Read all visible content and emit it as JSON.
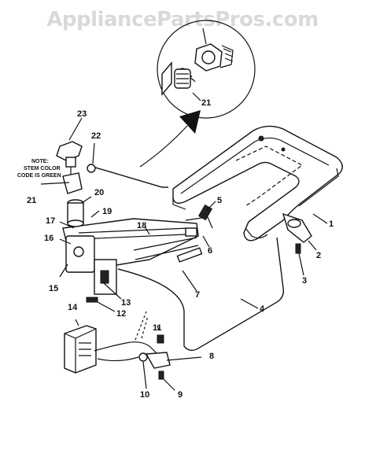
{
  "watermark": "AppliancePartsPros.com",
  "note_lines": [
    "NOTE:",
    "STEM COLOR",
    "CODE IS GREEN"
  ],
  "callouts": [
    {
      "id": "1",
      "text": "1"
    },
    {
      "id": "2",
      "text": "2"
    },
    {
      "id": "3",
      "text": "3"
    },
    {
      "id": "4",
      "text": "4"
    },
    {
      "id": "5",
      "text": "5"
    },
    {
      "id": "6",
      "text": "6"
    },
    {
      "id": "7",
      "text": "7"
    },
    {
      "id": "8",
      "text": "8"
    },
    {
      "id": "9",
      "text": "9"
    },
    {
      "id": "10",
      "text": "10"
    },
    {
      "id": "11",
      "text": "11"
    },
    {
      "id": "12",
      "text": "12"
    },
    {
      "id": "13",
      "text": "13"
    },
    {
      "id": "14",
      "text": "14"
    },
    {
      "id": "15",
      "text": "15"
    },
    {
      "id": "16",
      "text": "16"
    },
    {
      "id": "17",
      "text": "17"
    },
    {
      "id": "18",
      "text": "18"
    },
    {
      "id": "19",
      "text": "19"
    },
    {
      "id": "20",
      "text": "20"
    },
    {
      "id": "21",
      "text": "21"
    },
    {
      "id": "22",
      "text": "22"
    },
    {
      "id": "23",
      "text": "23"
    },
    {
      "id": "21-inset",
      "text": "21"
    }
  ]
}
